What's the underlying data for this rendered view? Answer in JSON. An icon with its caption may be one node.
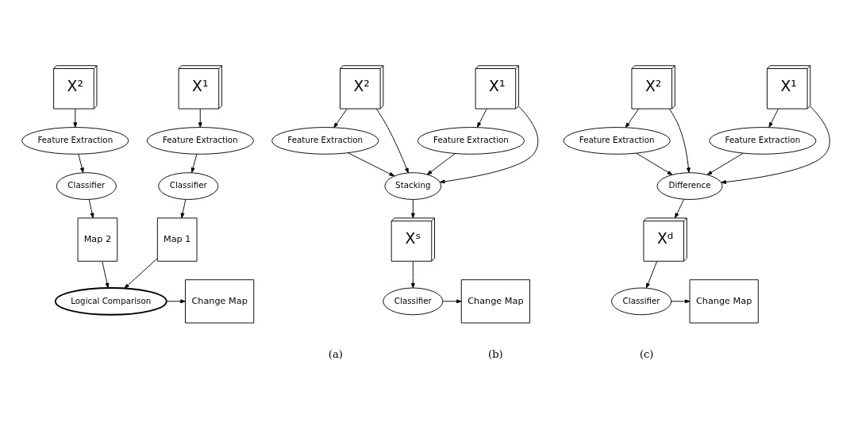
{
  "diagram": {
    "nodes": [
      {
        "text": [
          "X¹"
        ]
      },
      {
        "text": [
          "X²"
        ]
      },
      {
        "text": [
          "Feature Extraction"
        ]
      },
      {
        "text": [
          "Feature Extraction"
        ]
      },
      {
        "text": [
          "Classifier"
        ]
      },
      {
        "text": [
          "Classifier"
        ]
      },
      {
        "text": [
          "Map 1"
        ]
      },
      {
        "text": [
          "Map 2"
        ]
      },
      {
        "text": [
          "Logical Comparison"
        ]
      },
      {
        "text": [
          "Change Map"
        ]
      },
      {
        "text": [
          "X¹"
        ]
      },
      {
        "text": [
          "X²"
        ]
      },
      {
        "text": [
          "Feature Extraction"
        ]
      },
      {
        "text": [
          "Feature Extraction"
        ]
      },
      {
        "text": [
          "Stacking"
        ]
      },
      {
        "text": [
          "Xˢ"
        ]
      },
      {
        "text": [
          "Classifier"
        ]
      },
      {
        "text": [
          "Change Map"
        ]
      },
      {
        "text": [
          "X¹"
        ]
      },
      {
        "text": [
          "X²"
        ]
      },
      {
        "text": [
          "Feature Extraction"
        ]
      },
      {
        "text": [
          "Feature Extraction"
        ]
      },
      {
        "text": [
          "Difference"
        ]
      },
      {
        "text": [
          "Xᵈ"
        ]
      },
      {
        "text": [
          "Classifier"
        ]
      },
      {
        "text": [
          "Change Map"
        ]
      }
    ],
    "edges": [
      {
        "from": 0,
        "to": 2,
        "arrow": "to"
      },
      {
        "from": 1,
        "to": 3,
        "arrow": "to"
      },
      {
        "from": 2,
        "to": 4,
        "arrow": "to"
      },
      {
        "from": 3,
        "to": 5,
        "arrow": "to"
      },
      {
        "from": 4,
        "to": 6,
        "arrow": "to"
      },
      {
        "from": 5,
        "to": 7,
        "arrow": "to"
      },
      {
        "from": 6,
        "to": 8,
        "arrow": "to"
      },
      {
        "from": 7,
        "to": 8,
        "arrow": "to"
      },
      {
        "from": 8,
        "to": 9,
        "arrow": "to"
      },
      {
        "from": 10,
        "to": 12,
        "arrow": "to"
      },
      {
        "from": 10,
        "to": 14,
        "arrow": "to"
      },
      {
        "from": 11,
        "to": 14,
        "arrow": "to"
      },
      {
        "from": 11,
        "to": 13,
        "arrow": "to"
      },
      {
        "from": 12,
        "to": 14,
        "arrow": "to"
      },
      {
        "from": 13,
        "to": 14,
        "arrow": "to"
      },
      {
        "from": 14,
        "to": 15,
        "arrow": "to"
      },
      {
        "from": 15,
        "to": 16,
        "arrow": "to"
      },
      {
        "from": 16,
        "to": 17,
        "arrow": "to"
      },
      {
        "from": 18,
        "to": 20,
        "arrow": "to"
      },
      {
        "from": 18,
        "to": 22,
        "arrow": "to"
      },
      {
        "from": 19,
        "to": 22,
        "arrow": "to"
      },
      {
        "from": 19,
        "to": 21,
        "arrow": "to"
      },
      {
        "from": 20,
        "to": 22,
        "arrow": "to"
      },
      {
        "from": 21,
        "to": 22,
        "arrow": "to"
      },
      {
        "from": 22,
        "to": 23,
        "arrow": "to"
      },
      {
        "from": 23,
        "to": 24,
        "arrow": "to"
      },
      {
        "from": 24,
        "to": 25,
        "arrow": "to"
      }
    ],
    "labels": [
      "(a)",
      "(b)",
      "(c)"
    ]
  }
}
